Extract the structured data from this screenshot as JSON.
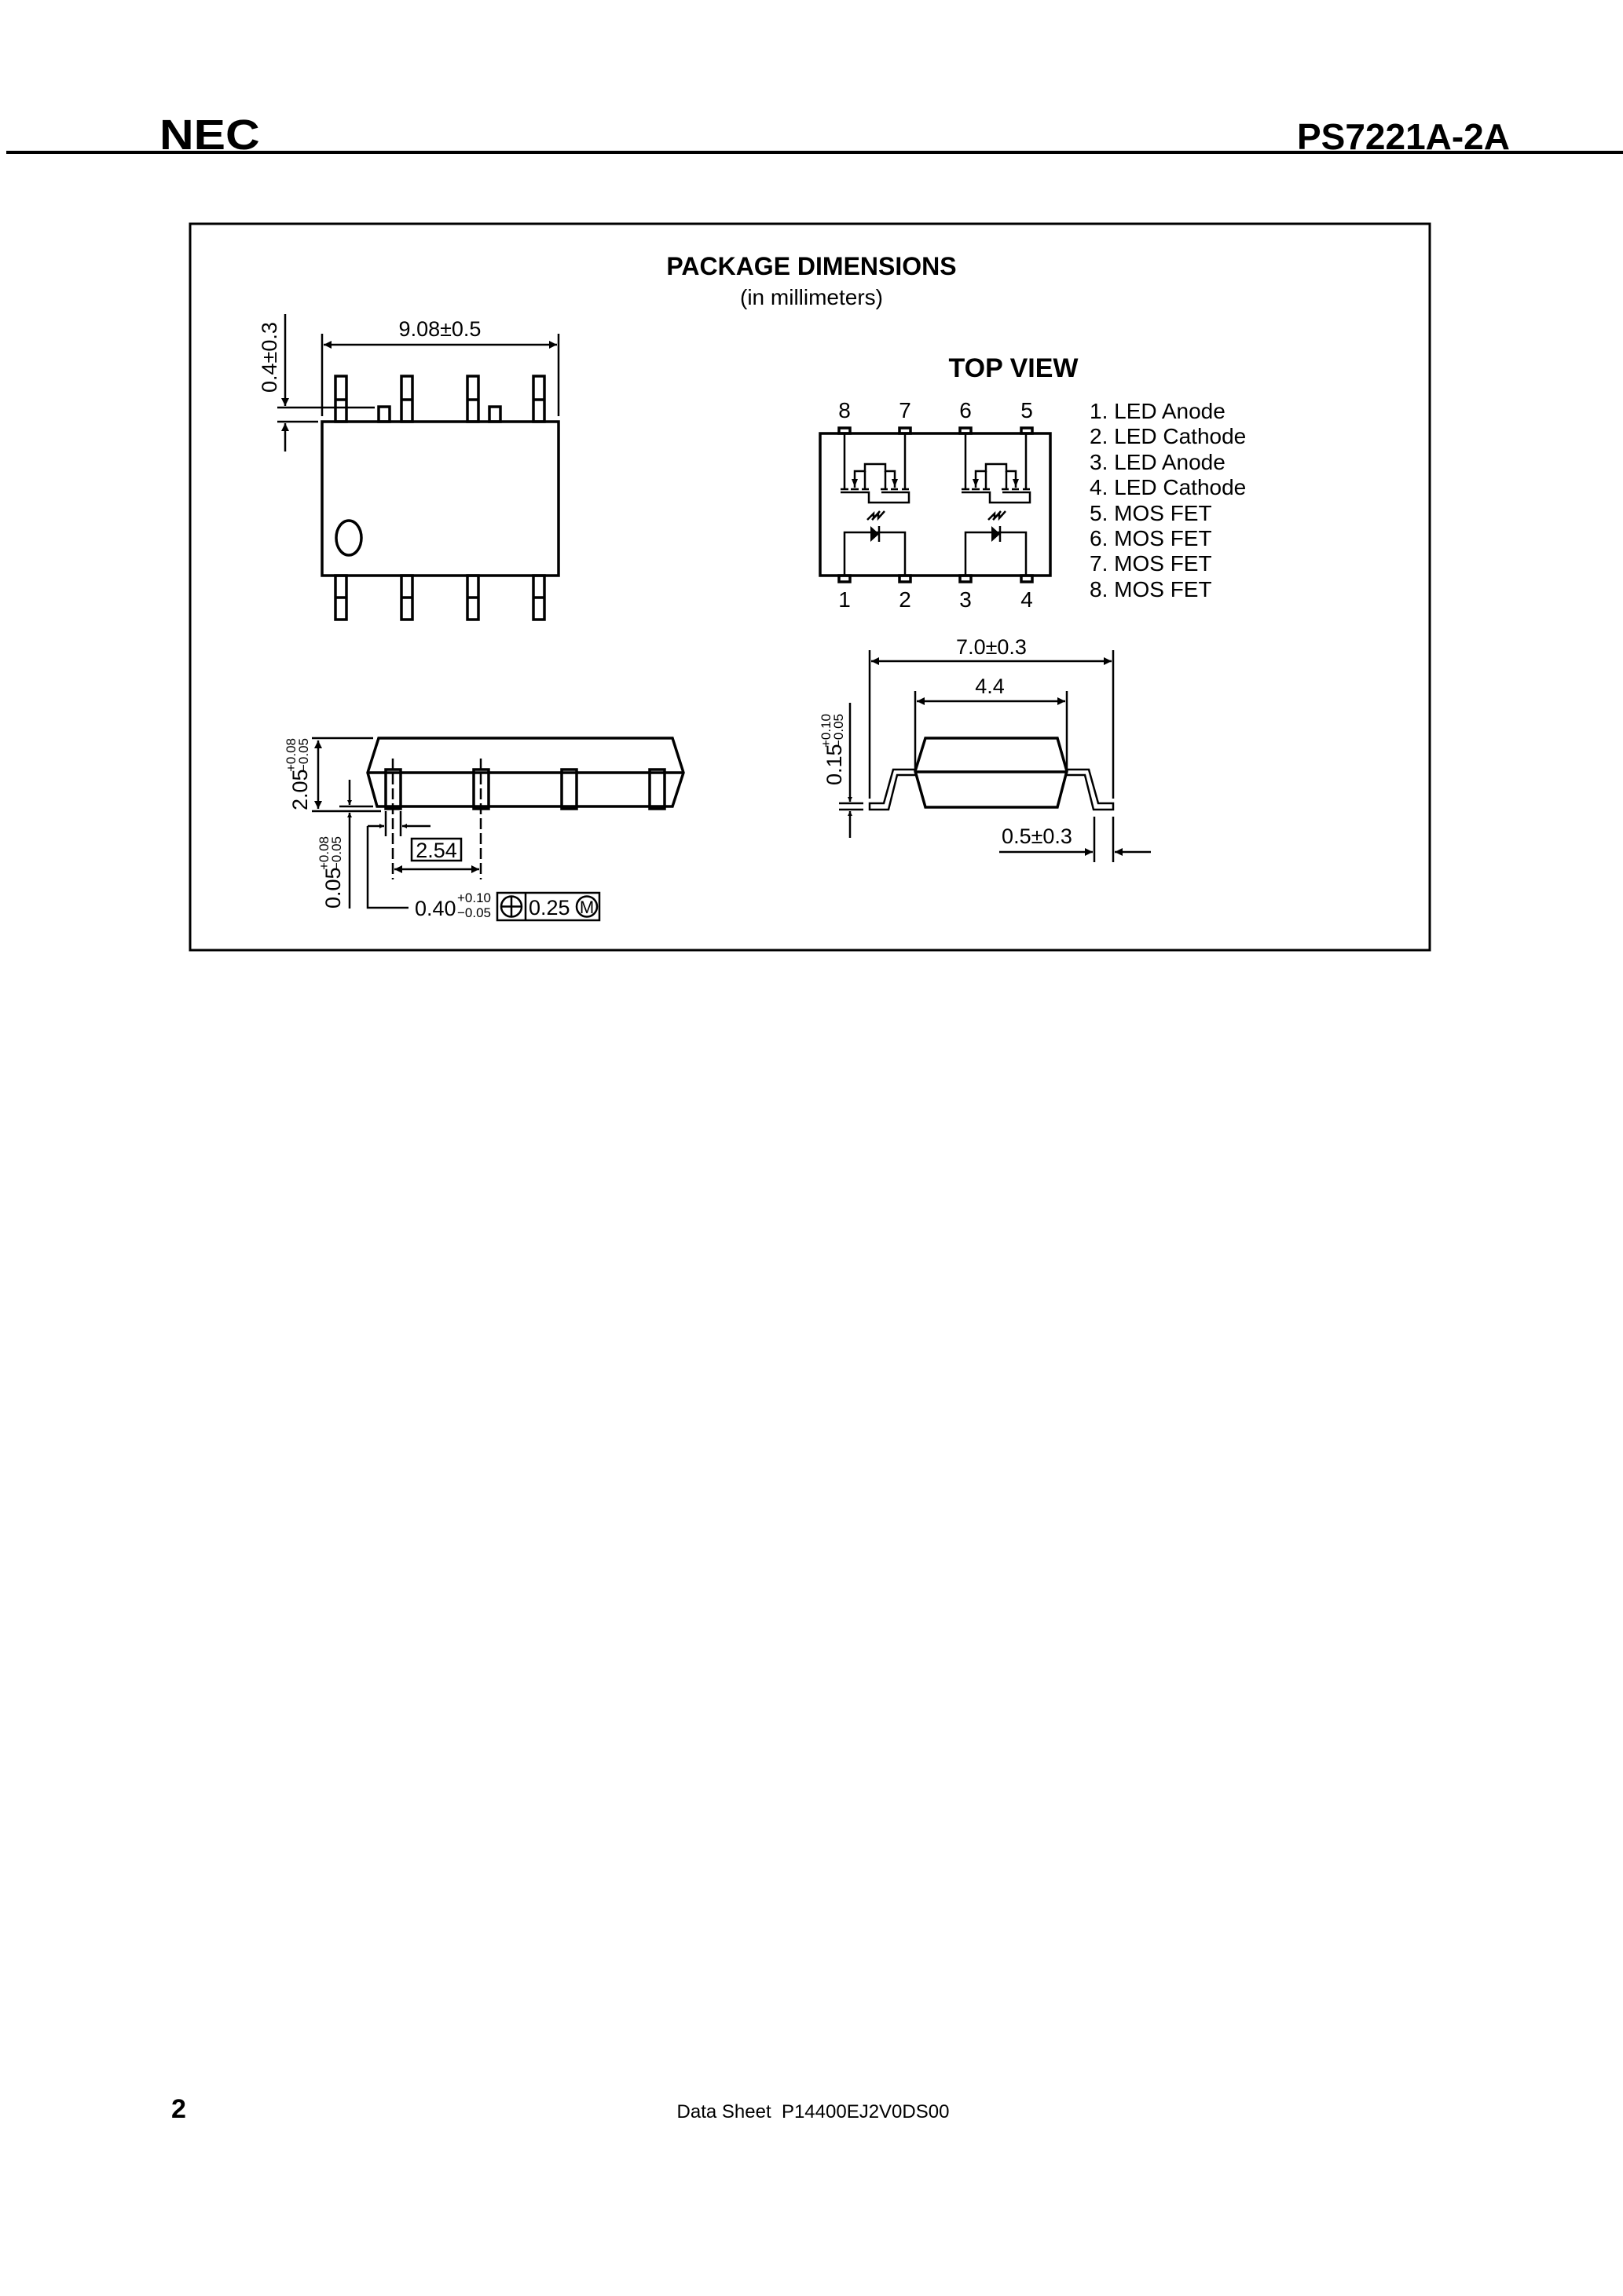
{
  "header": {
    "logo": "NEC",
    "part_number": "PS7221A-2A"
  },
  "figure": {
    "title": "PACKAGE  DIMENSIONS",
    "subtitle": "(in millimeters)",
    "top_view_title": "TOP VIEW",
    "dimensions": {
      "length": "9.08±0.5",
      "lead_offset": "0.4±0.3",
      "height_main": "2.05",
      "height_tol_plus": "+0.08",
      "height_tol_minus": "−0.05",
      "standoff_main": "0.05",
      "standoff_tol_plus": "+0.08",
      "standoff_tol_minus": "−0.05",
      "pitch": "2.54",
      "lead_width_main": "0.40",
      "lead_width_tol_plus": "+0.10",
      "lead_width_tol_minus": "−0.05",
      "position_tolerance": "0.25",
      "material_condition": "M",
      "overall_width": "7.0±0.3",
      "body_width": "4.4",
      "lead_thickness_main": "0.15",
      "lead_thickness_tol_plus": "+0.10",
      "lead_thickness_tol_minus": "−0.05",
      "lead_foot": "0.5±0.3"
    },
    "pins_top": [
      "8",
      "7",
      "6",
      "5"
    ],
    "pins_bottom": [
      "1",
      "2",
      "3",
      "4"
    ],
    "pin_legend": [
      "1. LED Anode",
      "2. LED Cathode",
      "3. LED Anode",
      "4. LED Cathode",
      "5. MOS FET",
      "6. MOS FET",
      "7. MOS FET",
      "8. MOS FET"
    ]
  },
  "footer": {
    "page_number": "2",
    "doc_label": "Data Sheet  P14400EJ2V0DS00"
  }
}
